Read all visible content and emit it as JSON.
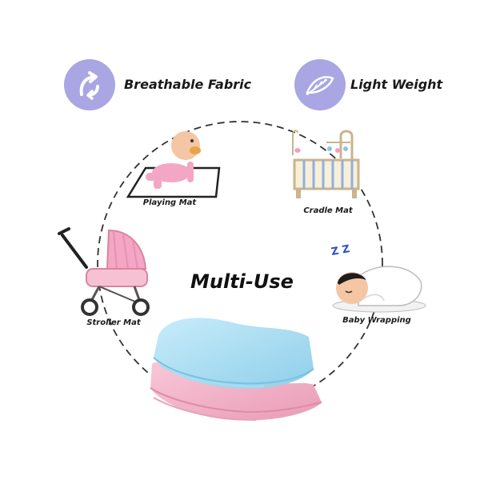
{
  "features": [
    {
      "label": "Breathable Fabric",
      "icon": "breathable-arrows-icon",
      "badge_color": "#a9a6e3"
    },
    {
      "label": "Light Weight",
      "icon": "feather-icon",
      "badge_color": "#a9a6e3"
    }
  ],
  "title": "Multi-Use",
  "uses": [
    {
      "label": "Playing Mat",
      "icon": "crawling-baby-icon"
    },
    {
      "label": "Cradle Mat",
      "icon": "cradle-icon"
    },
    {
      "label": "Stroller Mat",
      "icon": "stroller-icon"
    },
    {
      "label": "Baby Wrapping",
      "icon": "sleeping-baby-icon"
    }
  ],
  "sleep_text": "Z Z",
  "product": {
    "name": "folded-sheets",
    "colors": [
      "#aee0f4",
      "#f3b5c9"
    ]
  }
}
